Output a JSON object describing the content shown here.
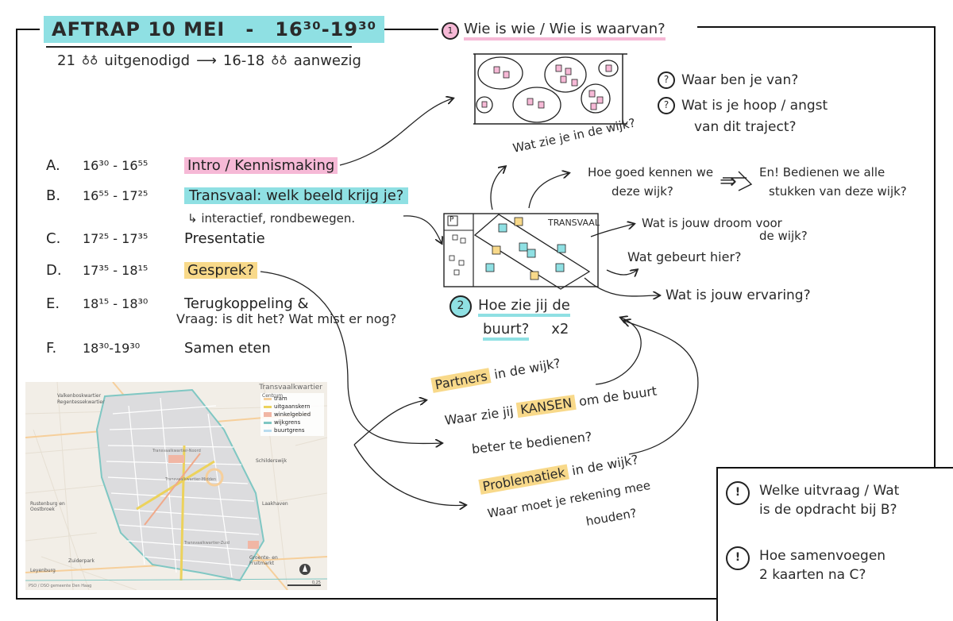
{
  "header": {
    "title": "AFTRAP 10 MEI",
    "dash": "-",
    "time_range": "16³⁰-19³⁰",
    "invited_count": "21",
    "invited_label": "uitgenodigd",
    "present_range": "16-18",
    "present_label": "aanwezig"
  },
  "agenda": [
    {
      "letter": "A.",
      "time": "16³⁰ - 16⁵⁵",
      "topic": "Intro / Kennismaking",
      "highlight": "pink"
    },
    {
      "letter": "B.",
      "time": "16⁵⁵ - 17²⁵",
      "topic": "Transvaal: welk beeld krijg je?",
      "highlight": "cyan"
    },
    {
      "letter": "C.",
      "time": "17²⁵ - 17³⁵",
      "topic": "Presentatie",
      "highlight": "none"
    },
    {
      "letter": "D.",
      "time": "17³⁵ - 18¹⁵",
      "topic": "Gesprek?",
      "highlight": "yellow"
    },
    {
      "letter": "E.",
      "time": "18¹⁵ - 18³⁰",
      "topic": "Terugkoppeling &",
      "highlight": "none"
    },
    {
      "letter": "F.",
      "time": "18³⁰-19³⁰",
      "topic": "Samen eten",
      "highlight": "none"
    }
  ],
  "agenda_notes": {
    "b_sub": "interactief, rondbewegen.",
    "e_sub": "Vraag: is dit het? Wat mist er nog?"
  },
  "section1": {
    "number": "1",
    "title": "Wie is wie / Wie is waarvan?",
    "q1": "Waar ben je van?",
    "q2_line1": "Wat is je hoop / angst",
    "q2_line2": "van dit traject?"
  },
  "section2": {
    "number": "2",
    "title_line1": "Hoe zie jij de",
    "title_line2": "buurt?",
    "multiplier": "x2",
    "board_label": "TRANSVAAL",
    "parking": "P",
    "q_wat_zie": "Wat zie je in de wijk?",
    "q_hoe_goed_1": "Hoe goed kennen we",
    "q_hoe_goed_2": "deze wijk?",
    "arrow_result_1": "En! Bedienen we alle",
    "arrow_result_2": "stukken van deze wijk?",
    "q_droom_1": "Wat is jouw droom voor",
    "q_droom_2": "de wijk?",
    "q_gebeurt": "Wat gebeurt hier?",
    "q_ervaring": "Wat is jouw ervaring?"
  },
  "gesprek": {
    "partners_hl": "Partners",
    "partners_rest": "in de wijk?",
    "kansen_pre": "Waar zie jij",
    "kansen_hl": "KANSEN",
    "kansen_rest": "om de buurt",
    "kansen_line2": "beter te bedienen?",
    "problem_hl": "Problematiek",
    "problem_rest": "in de wijk?",
    "problem_line2": "Waar moet je rekening mee",
    "problem_line3": "houden?"
  },
  "open_questions": {
    "icon": "!",
    "q1_line1": "Welke uitvraag / Wat",
    "q1_line2": "is de opdracht bij B?",
    "q2_line1": "Hoe samenvoegen",
    "q2_line2": "2 kaarten na C?"
  },
  "map": {
    "title": "Transvaalkwartier",
    "legend": [
      "tram",
      "uitgaanskern",
      "winkelgebied",
      "wijkgrens",
      "buurtgrens"
    ],
    "labels": [
      "Centrum",
      "Schilderswijk",
      "Laakhaven",
      "Rustenburg en Oostbroek",
      "Leyenburg",
      "Zuiderpark",
      "Groente- en Fruitmarkt",
      "Valkenboskwartier",
      "Regentessekwartier",
      "Transvaalkwartier-Noord",
      "Transvaalkwartier-Midden",
      "Transvaalkwartier-Zuid"
    ],
    "credit": "PSO / DSO gemeente Den Haag",
    "scale": "0,25"
  },
  "colors": {
    "cyan": "#8fe0e3",
    "pink": "#f6b9d6",
    "yellow": "#f8d98a",
    "ink": "#222222"
  }
}
